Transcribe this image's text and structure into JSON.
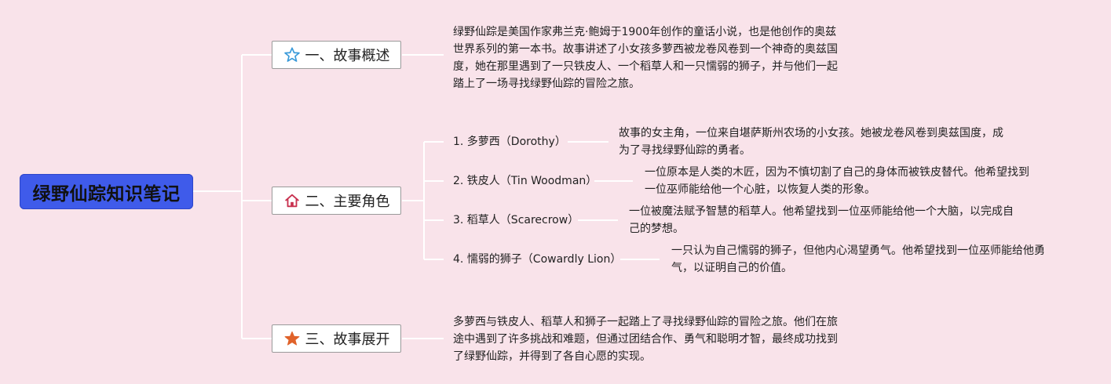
{
  "root": {
    "title": "绿野仙踪知识笔记"
  },
  "topics": [
    {
      "label": "一、故事概述",
      "icon": "star-outline-icon",
      "icon_color": "#3a9ad9",
      "description": "绿野仙踪是美国作家弗兰克·鲍姆于1900年创作的童话小说，也是他创作的奥兹世界系列的第一本书。故事讲述了小女孩多萝西被龙卷风卷到一个神奇的奥兹国度，她在那里遇到了一只铁皮人、一个稻草人和一只懦弱的狮子，并与他们一起踏上了一场寻找绿野仙踪的冒险之旅。"
    },
    {
      "label": "二、主要角色",
      "icon": "house-icon",
      "icon_color": "#c8304e",
      "characters": [
        {
          "name": "1. 多萝西（Dorothy）",
          "description": "故事的女主角，一位来自堪萨斯州农场的小女孩。她被龙卷风卷到奥兹国度，成为了寻找绿野仙踪的勇者。"
        },
        {
          "name": "2. 铁皮人（Tin Woodman）",
          "description": "一位原本是人类的木匠，因为不慎切割了自己的身体而被铁皮替代。他希望找到一位巫师能给他一个心脏，以恢复人类的形象。"
        },
        {
          "name": "3. 稻草人（Scarecrow）",
          "description": "一位被魔法赋予智慧的稻草人。他希望找到一位巫师能给他一个大脑，以完成自己的梦想。"
        },
        {
          "name": "4. 懦弱的狮子（Cowardly Lion）",
          "description": "一只认为自己懦弱的狮子，但他内心渴望勇气。他希望找到一位巫师能给他勇气，以证明自己的价值。"
        }
      ]
    },
    {
      "label": "三、故事展开",
      "icon": "star-filled-icon",
      "icon_color": "#e0622a",
      "description": "多萝西与铁皮人、稻草人和狮子一起踏上了寻找绿野仙踪的冒险之旅。他们在旅途中遇到了许多挑战和难题，但通过团结合作、勇气和聪明才智，最终成功找到了绿野仙踪，并得到了各自心愿的实现。"
    }
  ],
  "colors": {
    "background": "#f9e3ea",
    "root": "#3f5bea",
    "connector": "#ffffff"
  }
}
